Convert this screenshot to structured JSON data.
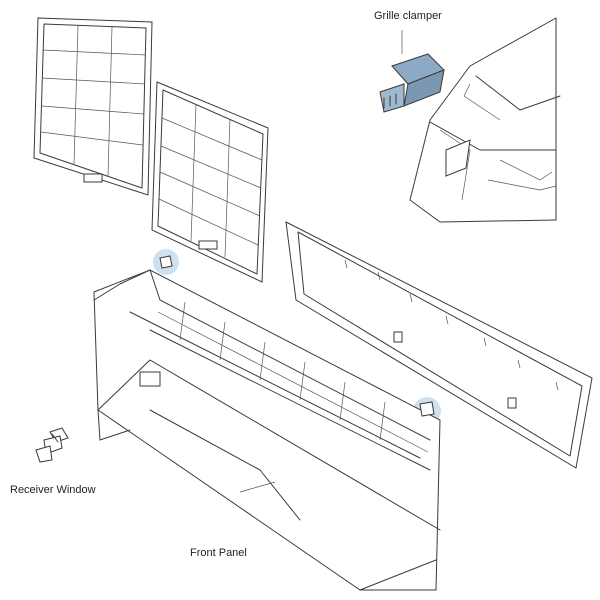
{
  "labels": {
    "grille_clamper": "Grille clamper",
    "receiver_window": "Receiver Window",
    "front_panel": "Front Panel"
  },
  "colors": {
    "line": "#3a3a3a",
    "highlight_circle": "#cfe0ee",
    "clamper_fill": "#8da9c4",
    "background": "#ffffff"
  }
}
